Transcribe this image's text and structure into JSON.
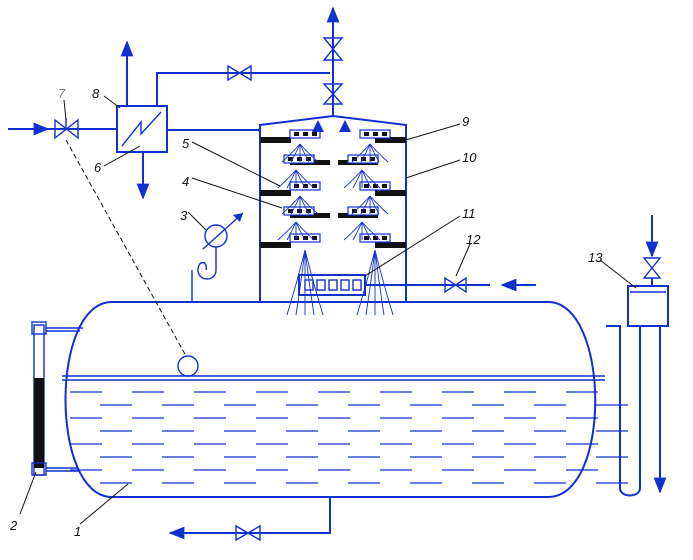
{
  "diagram": {
    "labels": {
      "l1": "1",
      "l2": "2",
      "l3": "3",
      "l4": "4",
      "l5": "5",
      "l6": "6",
      "l7": "7",
      "l8": "8",
      "l9": "9",
      "l10": "10",
      "l11": "11",
      "l12": "12",
      "l13": "13"
    }
  },
  "colors": {
    "line": "#1030d0",
    "leader": "#111111",
    "label_grey": "#7a7a7a",
    "seal": "#111111"
  }
}
